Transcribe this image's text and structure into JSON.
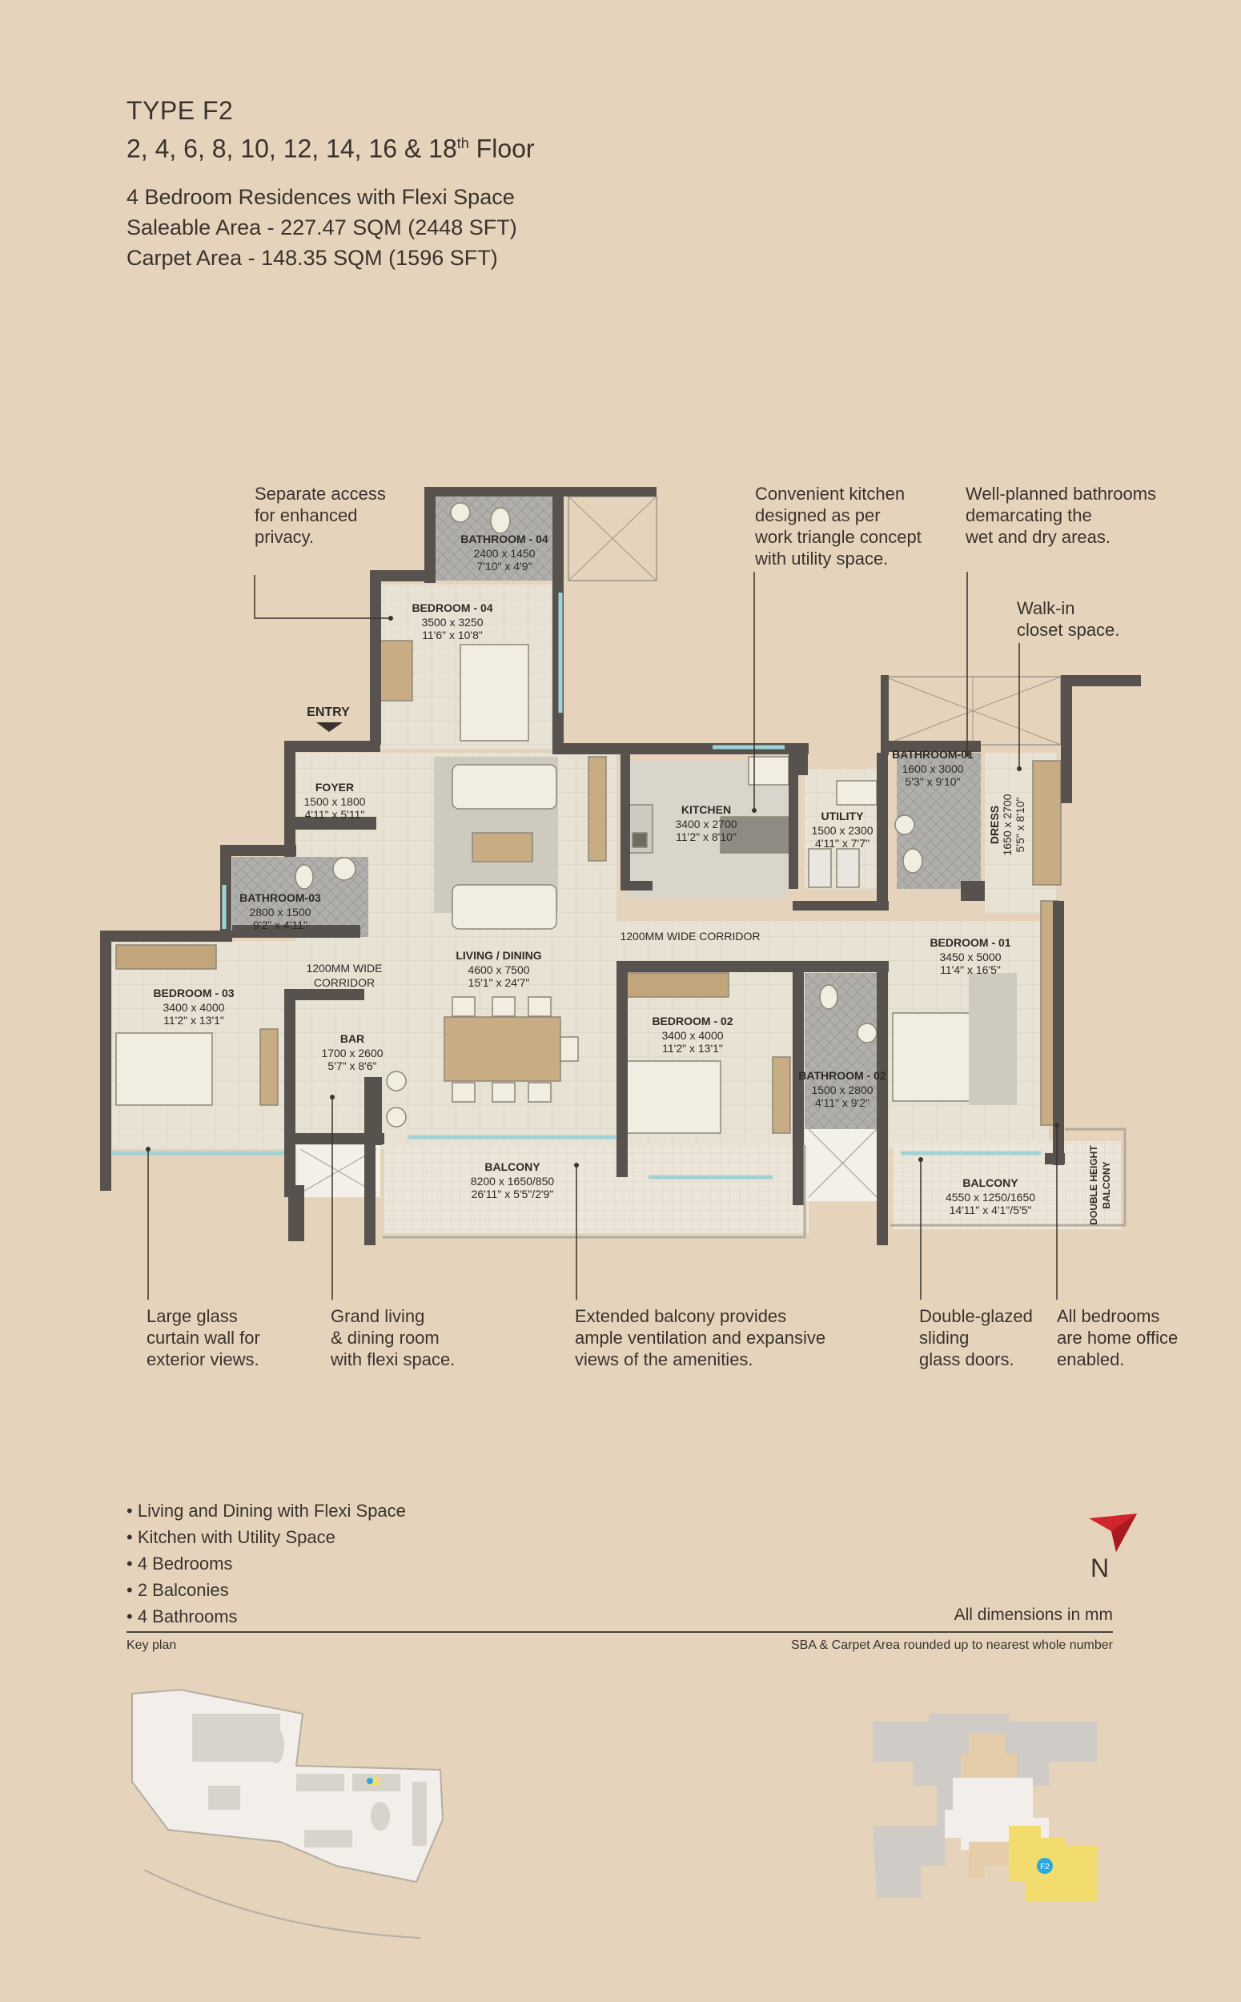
{
  "header": {
    "type": "TYPE F2",
    "floors": "2, 4, 6, 8, 10, 12, 14, 16 & 18",
    "floors_sup": "th",
    "floors_suffix": " Floor",
    "residence": "4 Bedroom Residences with Flexi Space",
    "saleable": "Saleable Area - 227.47 SQM (2448 SFT)",
    "carpet": "Carpet Area - 148.35 SQM (1596 SFT)"
  },
  "rooms": {
    "bathroom04": {
      "name": "BATHROOM - 04",
      "mm": "2400 x 1450",
      "ft": "7'10\" x 4'9\""
    },
    "bedroom04": {
      "name": "BEDROOM - 04",
      "mm": "3500 x 3250",
      "ft": "11'6\" x 10'8\""
    },
    "foyer": {
      "name": "FOYER",
      "mm": "1500 x 1800",
      "ft": "4'11\" x 5'11\""
    },
    "bathroom03": {
      "name": "BATHROOM-03",
      "mm": "2800 x 1500",
      "ft": "9'2\" x 4'11\""
    },
    "bedroom03": {
      "name": "BEDROOM - 03",
      "mm": "3400 x 4000",
      "ft": "11'2\" x 13'1\""
    },
    "bar": {
      "name": "BAR",
      "mm": "1700 x 2600",
      "ft": "5'7\" x 8'6\""
    },
    "living": {
      "name": "LIVING / DINING",
      "mm": "4600 x 7500",
      "ft": "15'1\" x 24'7\""
    },
    "kitchen": {
      "name": "KITCHEN",
      "mm": "3400 x 2700",
      "ft": "11'2\" x 8'10\""
    },
    "utility": {
      "name": "UTILITY",
      "mm": "1500 x 2300",
      "ft": "4'11\" x 7'7\""
    },
    "bathroom01": {
      "name": "BATHROOM-01",
      "mm": "1600 x 3000",
      "ft": "5'3\" x 9'10\""
    },
    "dress": {
      "name": "DRESS",
      "mm": "1650 x 2700",
      "ft": "5'5\" x 8'10\""
    },
    "bedroom01": {
      "name": "BEDROOM - 01",
      "mm": "3450 x 5000",
      "ft": "11'4\" x 16'5\""
    },
    "bedroom02": {
      "name": "BEDROOM - 02",
      "mm": "3400 x 4000",
      "ft": "11'2\" x 13'1\""
    },
    "bathroom02": {
      "name": "BATHROOM - 02",
      "mm": "1500 x 2800",
      "ft": "4'11\" x 9'2\""
    },
    "balcony_main": {
      "name": "BALCONY",
      "mm": "8200 x 1650/850",
      "ft": "26'11\" x 5'5\"/2'9\""
    },
    "balcony_bed": {
      "name": "BALCONY",
      "mm": "4550 x 1250/1650",
      "ft": "14'11\" x 4'1\"/5'5\""
    },
    "dh_balcony_1": "DOUBLE HEIGHT",
    "dh_balcony_2": "BALCONY",
    "corridor_main": "1200MM WIDE CORRIDOR",
    "corridor_left_1": "1200MM WIDE",
    "corridor_left_2": "CORRIDOR",
    "entry": "ENTRY"
  },
  "annotations": {
    "separate_access": [
      "Separate access",
      "for enhanced",
      "privacy."
    ],
    "kitchen": [
      "Convenient kitchen",
      "designed as per",
      "work triangle concept",
      "with utility space."
    ],
    "bathrooms": [
      "Well-planned bathrooms",
      "demarcating the",
      "wet and dry areas."
    ],
    "walkin": [
      "Walk-in",
      "closet space."
    ],
    "glass": [
      "Large glass",
      "curtain wall for",
      "exterior views."
    ],
    "living": [
      "Grand living",
      "& dining room",
      "with flexi space."
    ],
    "balcony": [
      "Extended balcony provides",
      "ample ventilation and expansive",
      "views of the amenities."
    ],
    "doors": [
      "Double-glazed",
      "sliding",
      "glass doors."
    ],
    "office": [
      "All bedrooms",
      "are home office",
      "enabled."
    ]
  },
  "features": [
    "Living and Dining with Flexi Space",
    "Kitchen with Utility Space",
    "4 Bedrooms",
    "2 Balconies",
    "4 Bathrooms"
  ],
  "notes": {
    "dimensions": "All dimensions in mm",
    "key_plan": "Key plan",
    "sba": "SBA & Carpet Area rounded up to nearest whole number",
    "north": "N",
    "unit_tag": "F2"
  },
  "colors": {
    "background": "#e5d3bc",
    "wall": "#57524d",
    "floor": "#e6e0d0",
    "tile": "#a9a7a3",
    "wood": "#b9a98c",
    "highlight": "#f3dc6e",
    "north_arrow": "#d0252b"
  }
}
